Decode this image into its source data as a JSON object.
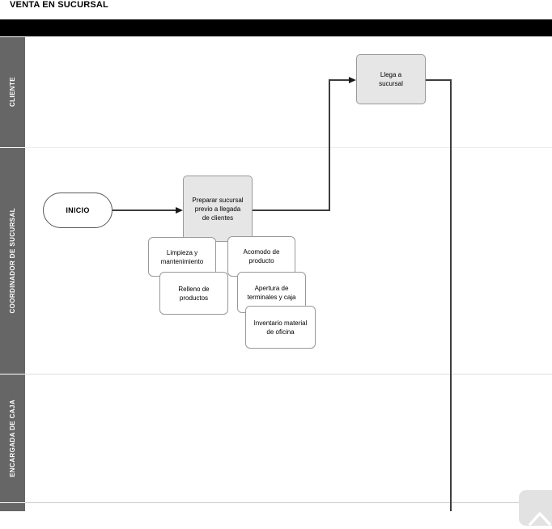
{
  "page": {
    "title": "VENTA EN SUCURSAL"
  },
  "lanes": [
    {
      "label": "CLIENTE"
    },
    {
      "label": "COORDINADOR DE SUCURSAL"
    },
    {
      "label": "ENCARGADA DE CAJA"
    }
  ],
  "nodes": {
    "inicio": {
      "label": "INICIO",
      "type": "start"
    },
    "preparar": {
      "label": "Preparar sucursal previo a llegada de clientes",
      "type": "task"
    },
    "llega": {
      "label": "Llega a sucursal",
      "type": "task"
    },
    "limpieza": {
      "label": "Limpieza y mantenimiento",
      "type": "subtask"
    },
    "acomodo": {
      "label": "Acomodo de producto",
      "type": "subtask"
    },
    "relleno": {
      "label": "Relleno de productos",
      "type": "subtask"
    },
    "apertura": {
      "label": "Apertura de terminales y caja",
      "type": "subtask"
    },
    "inventario": {
      "label": "Inventario material de oficina",
      "type": "subtask"
    }
  },
  "controls": {
    "collapse_button_icon": "chevron-up-icon"
  },
  "colors": {
    "pool_header": "#000000",
    "lane_bar": "#666666",
    "lane_text": "#ffffff",
    "task_fill": "#e6e6e6",
    "shape_border": "#999999",
    "connector": "#3d3d3d",
    "lane_line": "#dddddd",
    "collapse_button_fill": "#e2e2e2"
  }
}
